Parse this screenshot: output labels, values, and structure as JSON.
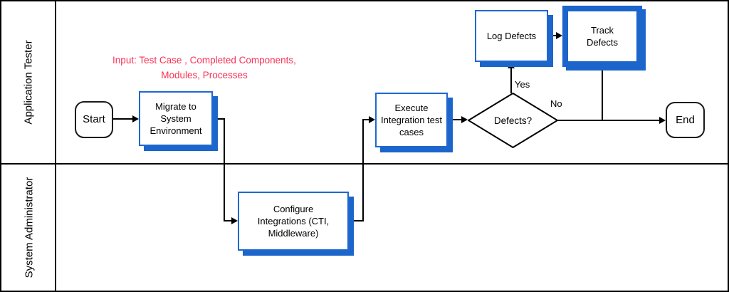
{
  "diagram": {
    "title_hint": "Integration testing swimlane flowchart",
    "lanes": [
      {
        "label": "Application Tester"
      },
      {
        "label": "System Administrator"
      }
    ],
    "annotation": {
      "line1": "Input: Test Case , Completed Components,",
      "line2": "Modules, Processes"
    },
    "nodes": {
      "start": {
        "label": "Start",
        "type": "terminator"
      },
      "migrate": {
        "label": "Migrate to System Environment",
        "type": "process"
      },
      "configure": {
        "label": "Configure Integrations (CTI, Middleware)",
        "type": "process"
      },
      "execute": {
        "label": "Execute Integration test cases",
        "type": "process"
      },
      "decision": {
        "label": "Defects?",
        "type": "decision"
      },
      "log_defects": {
        "label": "Log Defects",
        "type": "process"
      },
      "track_defects": {
        "label": "Track Defects",
        "type": "process-emphasis"
      },
      "end": {
        "label": "End",
        "type": "terminator"
      }
    },
    "edge_labels": {
      "yes": "Yes",
      "no": "No"
    },
    "colors": {
      "accent_blue": "#1b65cb",
      "process_border_blue": "#1e68cf",
      "annotation_red": "#f93255",
      "line_black": "#000000"
    }
  }
}
